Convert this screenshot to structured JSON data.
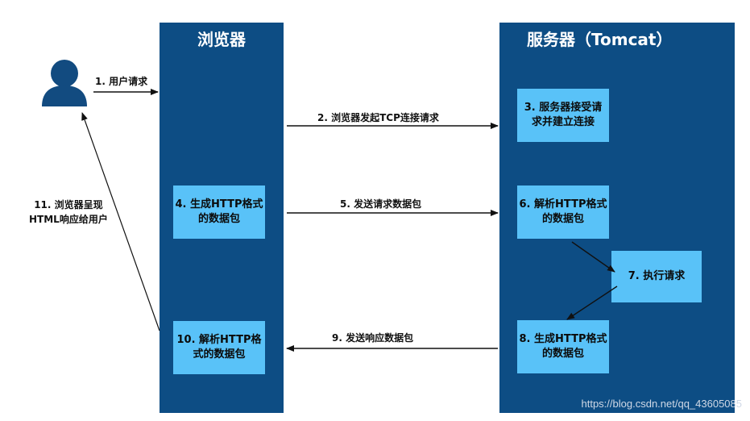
{
  "columns": {
    "browser_title": "浏览器",
    "server_title": "服务器（Tomcat）"
  },
  "boxes": {
    "box3": "3. 服务器接受请\n求并建立连接",
    "box4": "4. 生成HTTP格式\n的数据包",
    "box6": "6. 解析HTTP格式\n的数据包",
    "box7": "7. 执行请求",
    "box8": "8. 生成HTTP格式\n的数据包",
    "box10": "10. 解析HTTP格\n式的数据包"
  },
  "arrows": {
    "step1": "1. 用户请求",
    "step2": "2. 浏览器发起TCP连接请求",
    "step5": "5. 发送请求数据包",
    "step9": "9. 发送响应数据包",
    "step11": "11. 浏览器呈现\nHTML响应给用户"
  },
  "watermark_text": "https://blog.csdn.net/qq_43605085",
  "colors": {
    "column_bg": "#0d4d84",
    "box_bg": "#59c2f8",
    "arrow": "#111111",
    "user_icon": "#124b80"
  },
  "icons": {
    "user": "user-icon"
  }
}
